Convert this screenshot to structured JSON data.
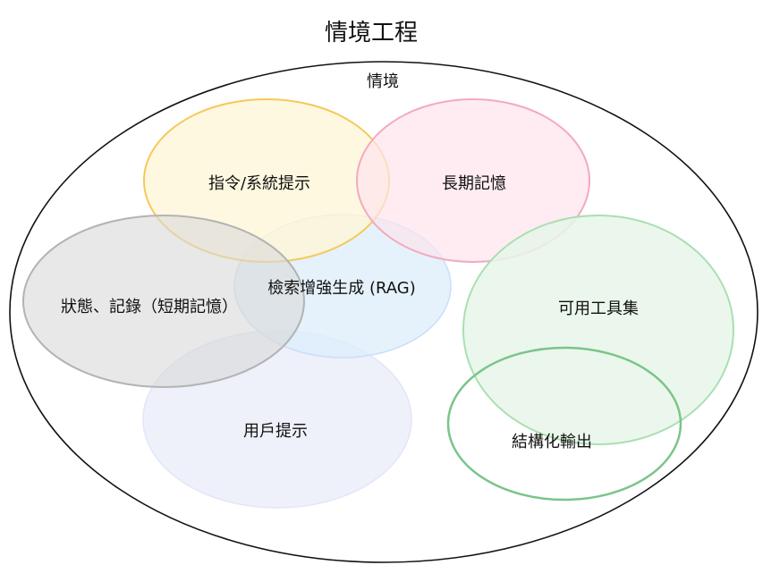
{
  "title": "情境工程",
  "outer": {
    "label": "情境"
  },
  "regions": {
    "instructions": {
      "label": "指令/系統提示"
    },
    "long_term_memory": {
      "label": "長期記憶"
    },
    "rag": {
      "label": "檢索增強生成 (RAG)"
    },
    "state_history": {
      "label": "狀態、記錄（短期記憶）"
    },
    "tools": {
      "label": "可用工具集"
    },
    "user_prompt": {
      "label": "用戶提示"
    },
    "structured_output": {
      "label": "結構化輸出"
    }
  },
  "colors": {
    "outline": "#111111",
    "instructions_fill": "#fff6d6",
    "instructions_stroke": "#f5c95a",
    "memory_fill": "#fde4ec",
    "memory_stroke": "#f2aabf",
    "rag_fill": "#dcedfb",
    "rag_stroke": "#c9defa",
    "state_fill": "#d9d9d9",
    "state_stroke": "#b3b3b3",
    "tools_fill": "#e7f6e9",
    "tools_stroke": "#a9e0b0",
    "user_fill": "#eceefa",
    "user_stroke": "#e3e6f8",
    "output_stroke": "#7cc48a"
  }
}
